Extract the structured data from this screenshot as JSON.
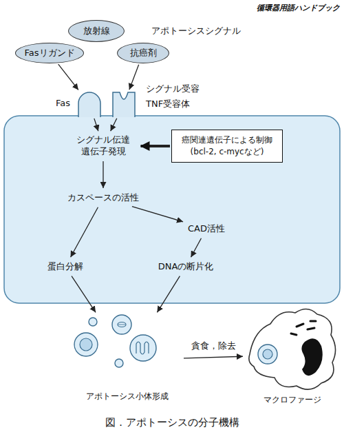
{
  "diagram": {
    "caption": "図．アポトーシスの分子機構",
    "nodes": [
      {
        "text": [
          "放射線"
        ]
      },
      {
        "text": [
          "Fasリガンド"
        ]
      },
      {
        "text": [
          "抗癌剤"
        ]
      },
      {
        "text": [
          "Fas"
        ]
      },
      {
        "text": [
          "TNF受容体"
        ]
      },
      {
        "text": [
          "シグナル伝達 遺伝子発現"
        ]
      },
      {
        "text": [
          "癌関連遺伝子による制御 (bcl-2, c-mycなど)"
        ]
      },
      {
        "text": [
          "カスペースの活性"
        ]
      },
      {
        "text": [
          "CAD活性"
        ]
      },
      {
        "text": [
          "蛋白分解"
        ]
      },
      {
        "text": [
          "DNAの断片化"
        ]
      },
      {
        "text": [
          "アポトーシス小体形成"
        ]
      },
      {
        "text": [
          "マクロファージ"
        ]
      }
    ],
    "edges": [
      {
        "from": 1,
        "to": 3,
        "arrow": "to"
      },
      {
        "from": 2,
        "to": 4,
        "arrow": "to"
      },
      {
        "from": 3,
        "to": 5,
        "arrow": "to"
      },
      {
        "from": 4,
        "to": 5,
        "arrow": "to"
      },
      {
        "from": 6,
        "to": 5,
        "arrow": "to"
      },
      {
        "from": 5,
        "to": 7,
        "arrow": "to"
      },
      {
        "from": 7,
        "to": 9,
        "arrow": "to"
      },
      {
        "from": 7,
        "to": 8,
        "arrow": "to"
      },
      {
        "from": 8,
        "to": 10,
        "arrow": "to"
      },
      {
        "from": 9,
        "to": 11,
        "arrow": "to"
      },
      {
        "from": 10,
        "to": 11,
        "arrow": "to"
      },
      {
        "from": 11,
        "to": 12,
        "label": "貪食，除去",
        "arrow": "to"
      }
    ],
    "labels": [
      "循環器用語ハンドブック",
      "アポトーシスシグナル",
      "シグナル受容"
    ]
  }
}
